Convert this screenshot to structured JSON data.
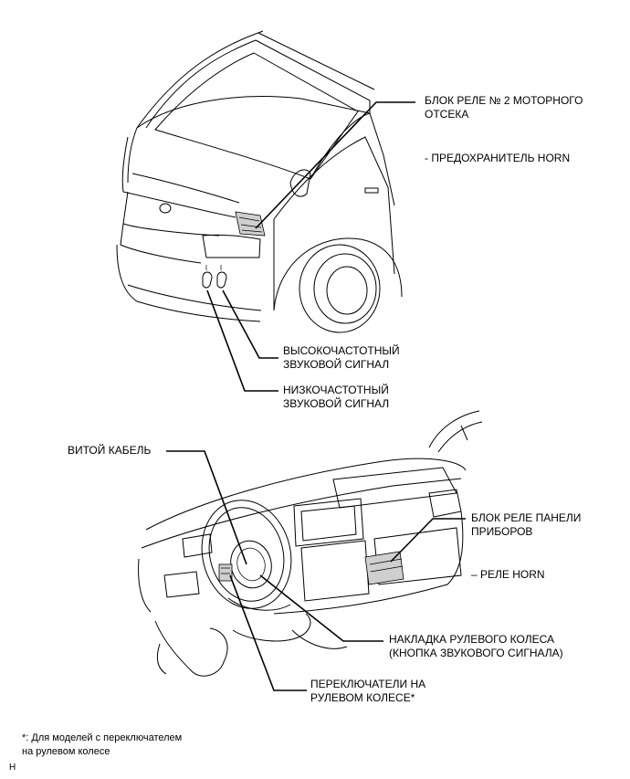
{
  "labels": {
    "engine_relay_block": "БЛОК РЕЛЕ № 2 МОТОРНОГО\nОТСЕКА",
    "horn_fuse": "- ПРЕДОХРАНИТЕЛЬ HORN",
    "high_horn": "ВЫСОКОЧАСТОТНЫЙ\nЗВУКОВОЙ СИГНАЛ",
    "low_horn": "НИЗКОЧАСТОТНЫЙ\nЗВУКОВОЙ СИГНАЛ",
    "spiral_cable": "ВИТОЙ КАБЕЛЬ",
    "panel_relay_block": "БЛОК РЕЛЕ ПАНЕЛИ\nПРИБОРОВ",
    "horn_relay": "– РЕЛЕ HORN",
    "steering_pad": "НАКЛАДКА РУЛЕВОГО КОЛЕСА\n(КНОПКА ЗВУКОВОГО СИГНАЛА)",
    "steering_switches": "ПЕРЕКЛЮЧАТЕЛИ НА\nРУЛЕВОМ КОЛЕСЕ*"
  },
  "footnote": {
    "line1": "*: Для моделей с переключателем",
    "line2": "на рулевом колесе",
    "code": "H"
  }
}
